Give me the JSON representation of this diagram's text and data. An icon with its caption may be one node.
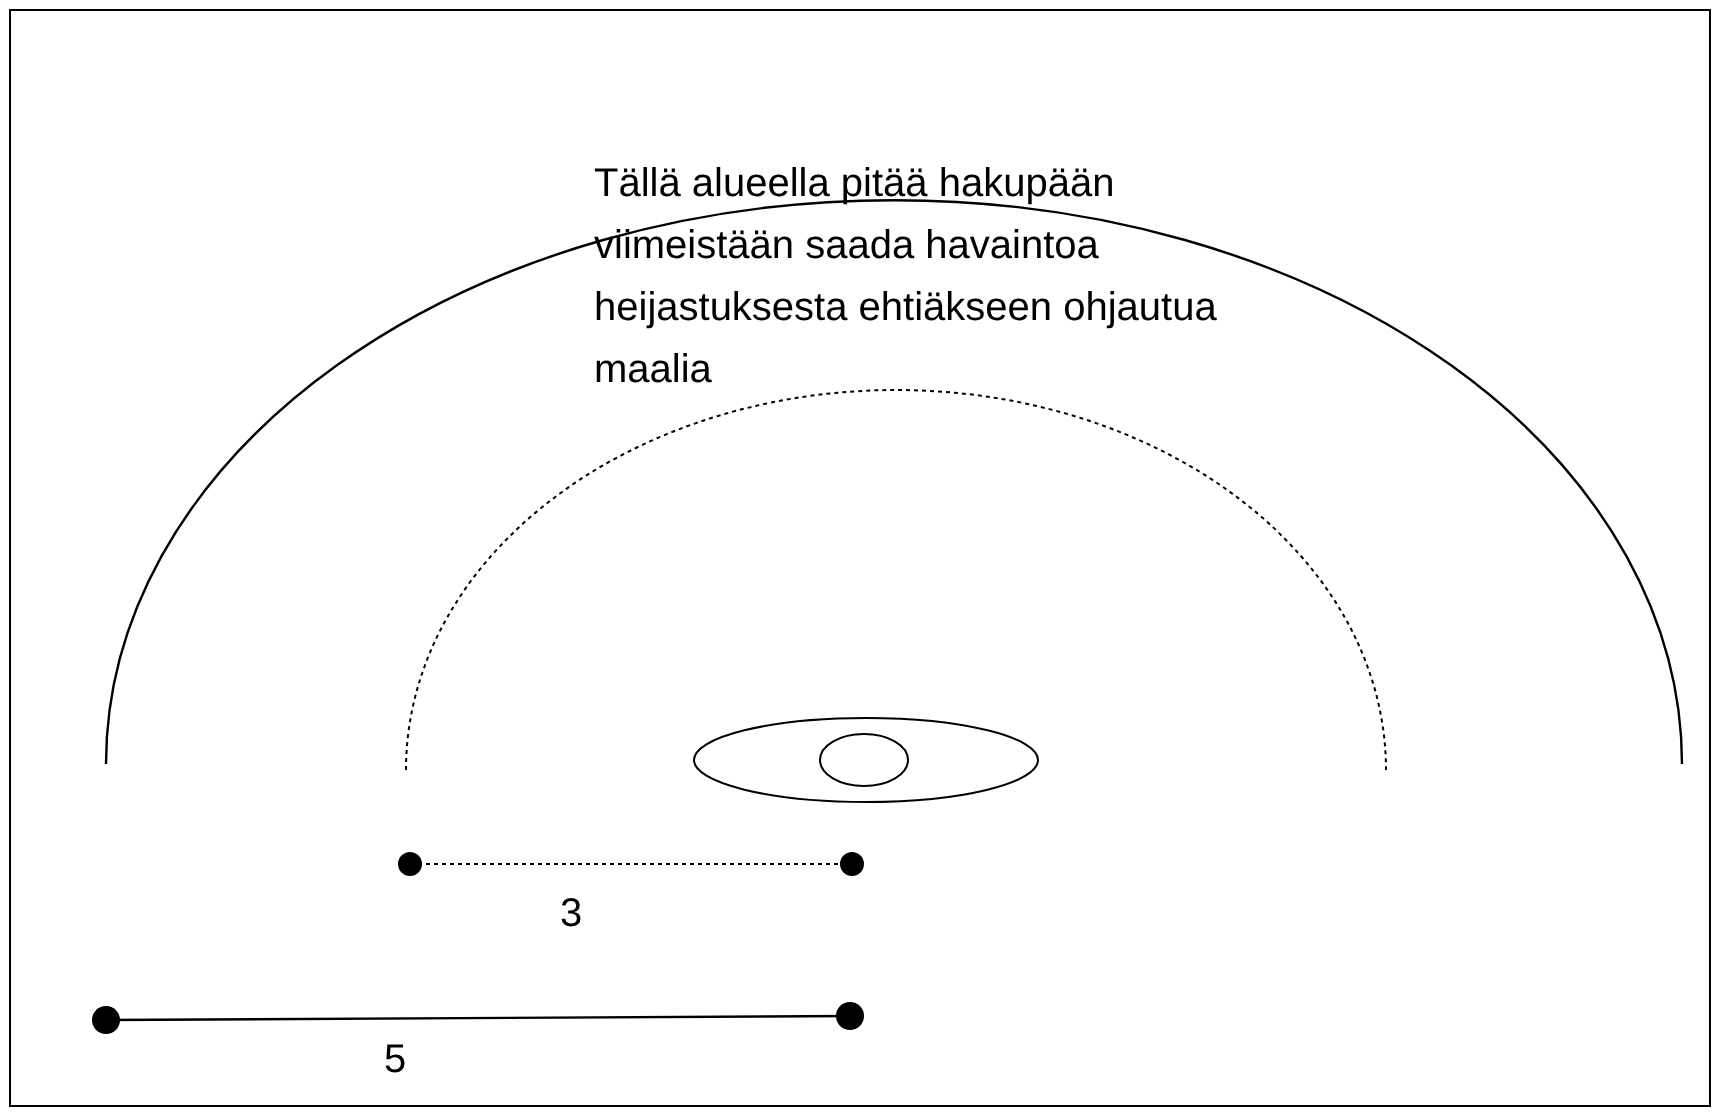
{
  "diagram": {
    "labels": [
      "Tällä alueella pitää hakupään viimeistään saada havaintoa heijastuksesta ehtiäkseen ohjautua maalia",
      "3",
      "5"
    ]
  }
}
